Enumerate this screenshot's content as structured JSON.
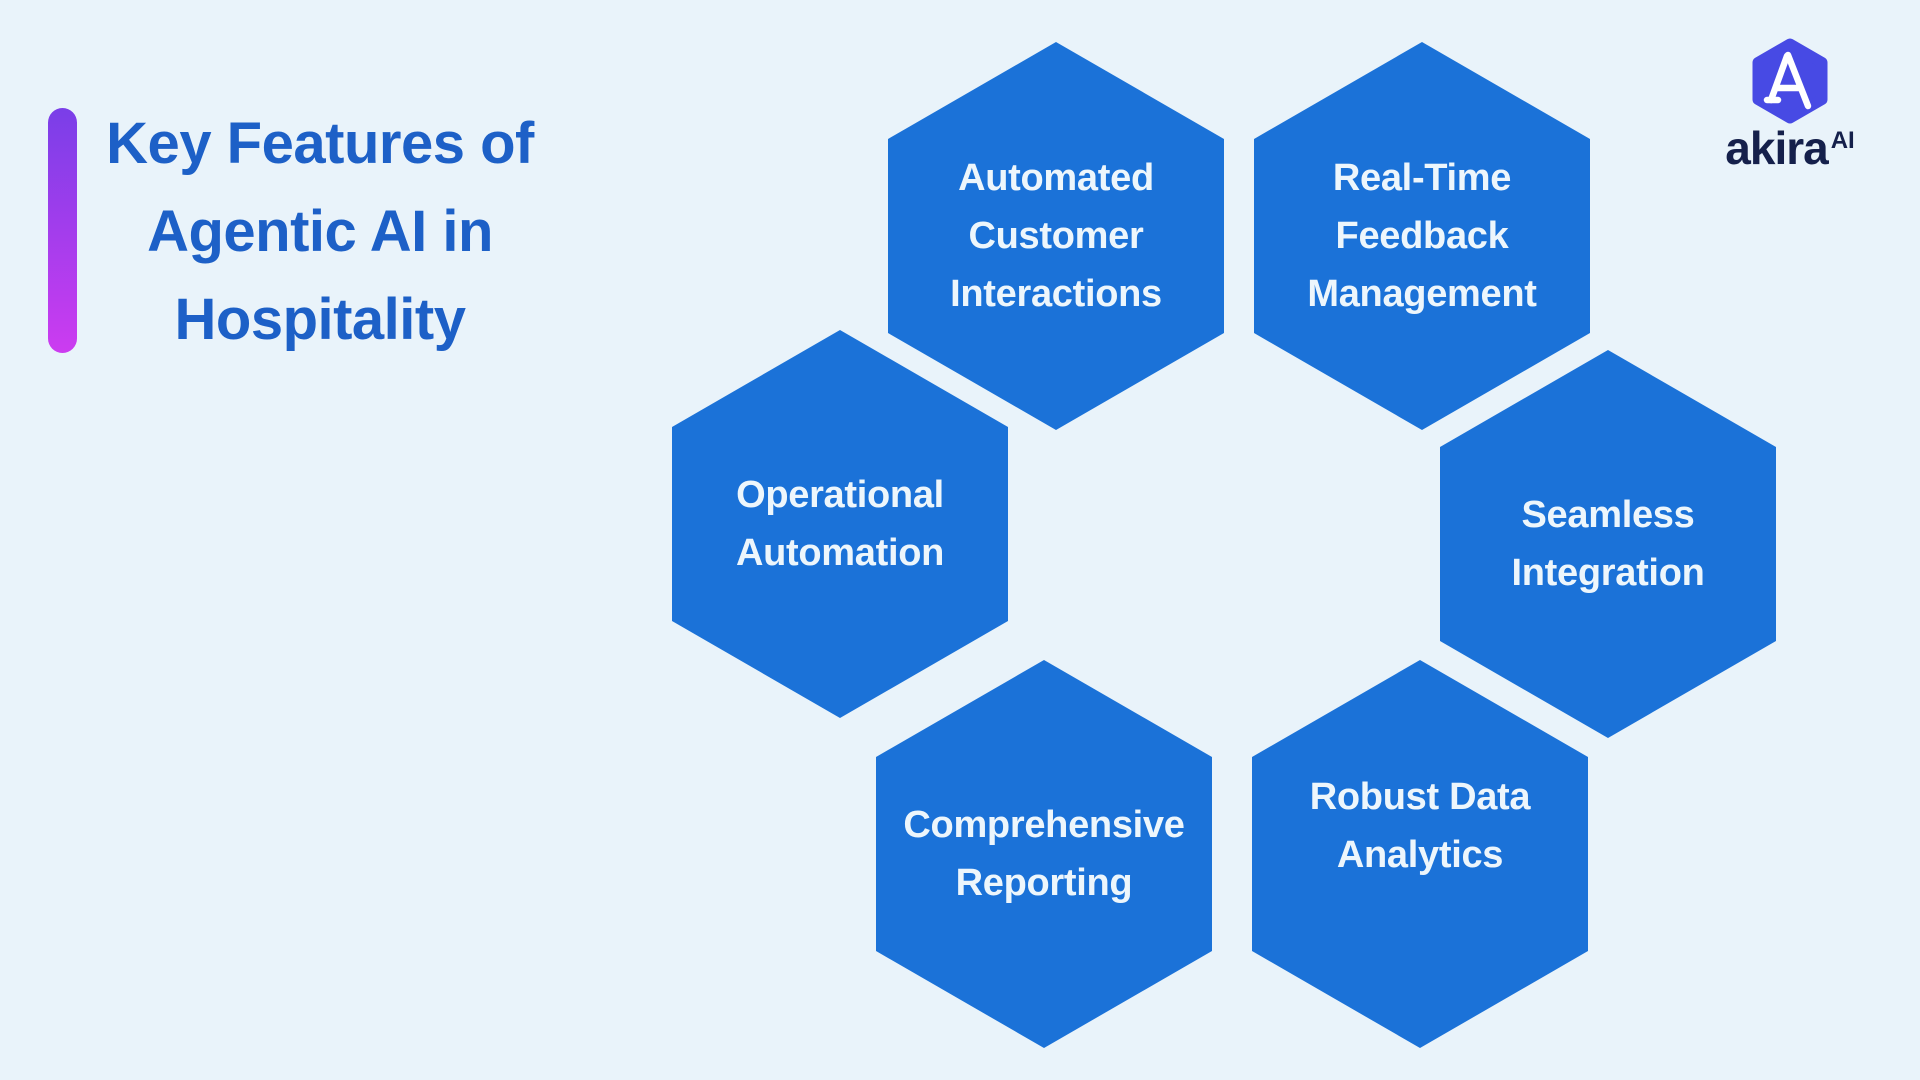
{
  "theme": {
    "page_bg": "#e9f3fa",
    "hex_fill": "#1b72d8",
    "hex_text": "#edf6fc",
    "title_color": "#1d60c7",
    "bar_top": "#7a3ee8",
    "bar_bottom": "#cc3cf0",
    "badge_fill": "#474ae4",
    "brand_text_color": "#15204b"
  },
  "title": {
    "text": "Key Features of Agentic AI in Hospitality",
    "lines": [
      "Key Features of",
      "Agentic AI in",
      "Hospitality"
    ]
  },
  "logo": {
    "brand": "akira",
    "superscript": "AI",
    "badge_icon": "akira-hexagon-a-mark"
  },
  "features": {
    "items": [
      {
        "label": "Automated Customer Interactions",
        "lines": [
          "Automated",
          "Customer",
          "Interactions"
        ]
      },
      {
        "label": "Real-Time Feedback Management",
        "lines": [
          "Real-Time",
          "Feedback",
          "Management"
        ]
      },
      {
        "label": "Operational Automation",
        "lines": [
          "Operational",
          "Automation"
        ]
      },
      {
        "label": "Seamless Integration",
        "lines": [
          "Seamless",
          "Integration"
        ]
      },
      {
        "label": "Comprehensive Reporting",
        "lines": [
          "Comprehensive",
          "Reporting"
        ]
      },
      {
        "label": "Robust Data Analytics",
        "lines": [
          "Robust Data",
          "Analytics"
        ]
      }
    ]
  }
}
